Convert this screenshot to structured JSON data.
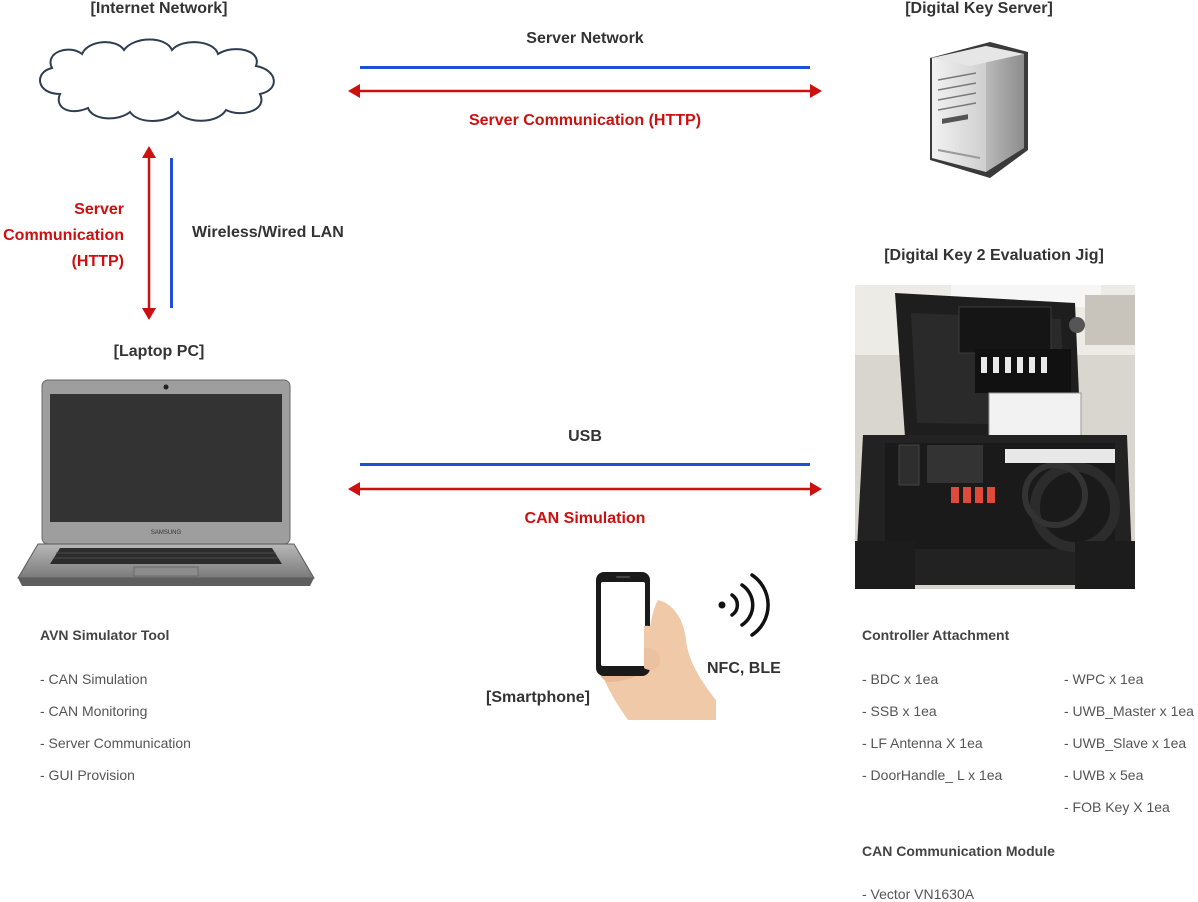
{
  "nodes": {
    "internet": "[Internet Network]",
    "server": "[Digital Key Server]",
    "jig": "[Digital Key 2 Evaluation Jig]",
    "laptop": "[Laptop PC]",
    "smartphone": "[Smartphone]"
  },
  "edges": {
    "server_network": "Server Network",
    "server_comm": "Server Communication (HTTP)",
    "server_comm_vertical": [
      "Server",
      "Communication",
      "(HTTP)"
    ],
    "lan": "Wireless/Wired LAN",
    "usb": "USB",
    "can_sim": "CAN Simulation",
    "nfc_ble": "NFC, BLE"
  },
  "laptop_brand": "SAMSUNG",
  "avn": {
    "title": "AVN Simulator Tool",
    "items": [
      "- CAN Simulation",
      "- CAN Monitoring",
      "- Server Communication",
      "- GUI Provision"
    ]
  },
  "controller": {
    "title": "Controller Attachment",
    "col1": [
      "- BDC x 1ea",
      "- SSB x 1ea",
      "- LF Antenna X 1ea",
      "- DoorHandle_ L x 1ea"
    ],
    "col2": [
      "- WPC x 1ea",
      "- UWB_Master x 1ea",
      "- UWB_Slave x 1ea",
      "- UWB x 5ea",
      "- FOB Key X 1ea"
    ]
  },
  "can_module": {
    "title": "CAN Communication Module",
    "items": [
      "- Vector VN1630A"
    ]
  },
  "colors": {
    "link": "#1e4fd8",
    "data": "#cc1010",
    "text": "#333333"
  },
  "icons": [
    "cloud-icon",
    "server-tower-icon",
    "laptop-icon",
    "smartphone-hand-icon",
    "wireless-signal-icon",
    "evaluation-jig-photo"
  ]
}
